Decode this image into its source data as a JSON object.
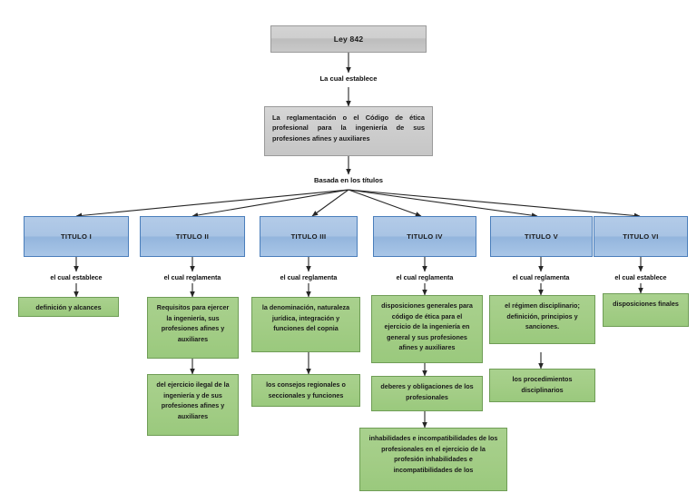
{
  "diagram": {
    "title": "Ley 842 - mapa conceptual",
    "colors": {
      "root_fill": "#cfcfcf",
      "root_border": "#9a9a9a",
      "title_fill": "#a9c4e4",
      "title_border": "#4a7ebb",
      "leaf_fill": "#a9d18e",
      "leaf_border": "#6f9d56",
      "edge": "#262626",
      "background": "#ffffff"
    },
    "root": {
      "label": "Ley 842"
    },
    "connector_root_to_reg": "La cual establece",
    "regulation": {
      "label": "La reglamentación o el Código de ética profesional para la ingeniería de sus profesiones afines y auxiliares"
    },
    "connector_reg_to_titles": "Basada en los títulos",
    "columns": [
      {
        "title": "TITULO I",
        "connector": "el cual establece",
        "leaves": [
          "definición y alcances"
        ]
      },
      {
        "title": "TITULO II",
        "connector": "el cual reglamenta",
        "leaves": [
          "Requisitos para ejercer la ingeniería, sus profesiones afines y auxiliares",
          "del ejercicio ilegal de la ingeniería y de sus profesiones afines y auxiliares"
        ]
      },
      {
        "title": "TITULO III",
        "connector": "el cual reglamenta",
        "leaves": [
          "la denominación, naturaleza jurídica, integración y funciones del copnia",
          "los consejos regionales o seccionales y funciones"
        ]
      },
      {
        "title": "TITULO IV",
        "connector": "el cual reglamenta",
        "leaves": [
          "disposiciones generales para código de ética para el ejercicio de la ingeniería en general y sus profesiones afines y auxiliares",
          "deberes y obligaciones de los profesionales",
          "inhabilidades e incompatibilidades de los profesionales en el ejercicio de la profesión inhabilidades e incompatibilidades de los"
        ]
      },
      {
        "title": "TITULO V",
        "connector": "el cual reglamenta",
        "leaves": [
          "el régimen disciplinario; definición, principios y sanciones.",
          "los procedimientos disciplinarios"
        ]
      },
      {
        "title": "TITULO VI",
        "connector": "el cual establece",
        "leaves": [
          "disposiciones finales"
        ]
      }
    ]
  }
}
